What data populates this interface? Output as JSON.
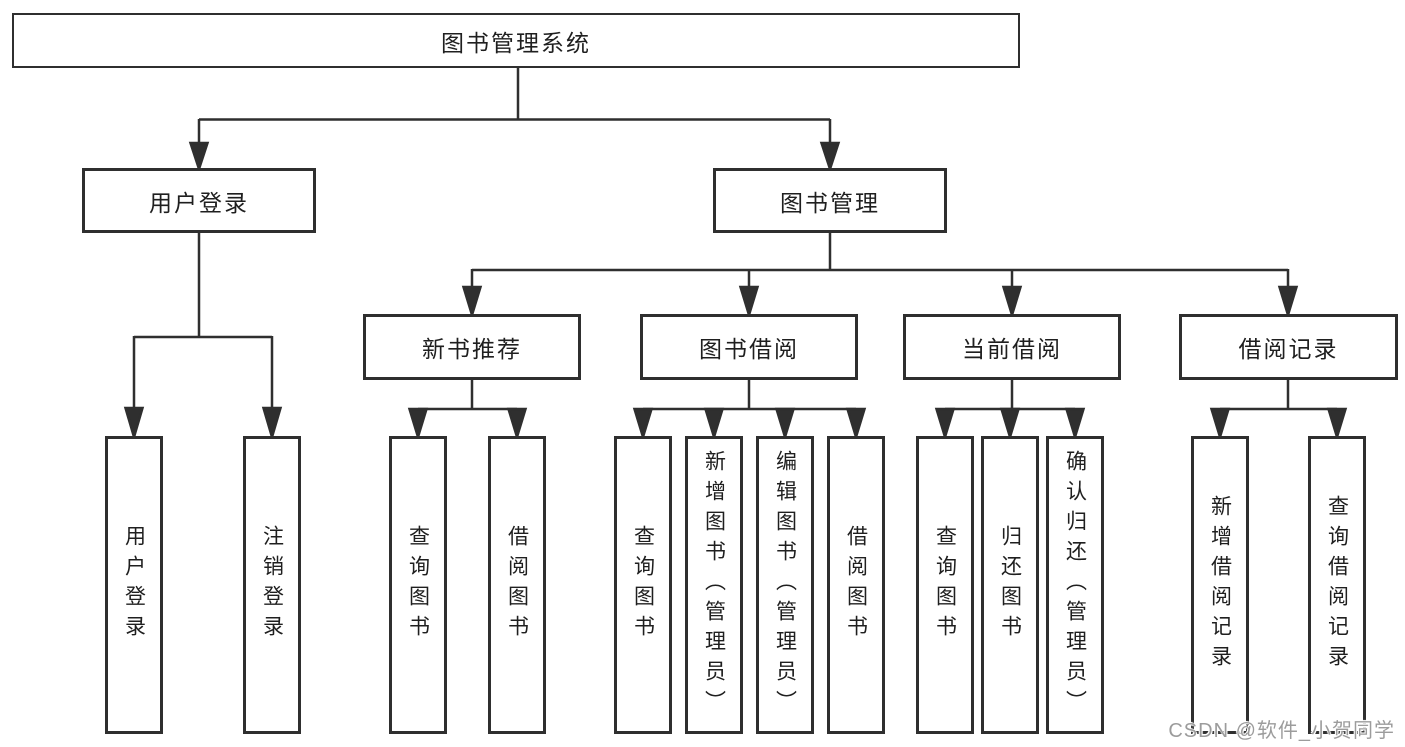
{
  "tree": {
    "label": "图书管理系统",
    "children": [
      {
        "label": "用户登录",
        "children": [
          {
            "label": "用户登录"
          },
          {
            "label": "注销登录"
          }
        ]
      },
      {
        "label": "图书管理",
        "children": [
          {
            "label": "新书推荐",
            "children": [
              {
                "label": "查询图书"
              },
              {
                "label": "借阅图书"
              }
            ]
          },
          {
            "label": "图书借阅",
            "children": [
              {
                "label": "查询图书"
              },
              {
                "label": "新增图书（管理员）"
              },
              {
                "label": "编辑图书（管理员）"
              },
              {
                "label": "借阅图书"
              }
            ]
          },
          {
            "label": "当前借阅",
            "children": [
              {
                "label": "查询图书"
              },
              {
                "label": "归还图书"
              },
              {
                "label": "确认归还（管理员）"
              }
            ]
          },
          {
            "label": "借阅记录",
            "children": [
              {
                "label": "新增借阅记录"
              },
              {
                "label": "查询借阅记录"
              }
            ]
          }
        ]
      }
    ]
  },
  "watermark": "CSDN @软件_小贺同学",
  "colors": {
    "line": "#2f2f2f",
    "box_border": "#2f2f2f",
    "box_background": "#ffffff",
    "text": "#1f1f1f",
    "watermark": "#9c9c9c",
    "page_background": "#ffffff"
  }
}
